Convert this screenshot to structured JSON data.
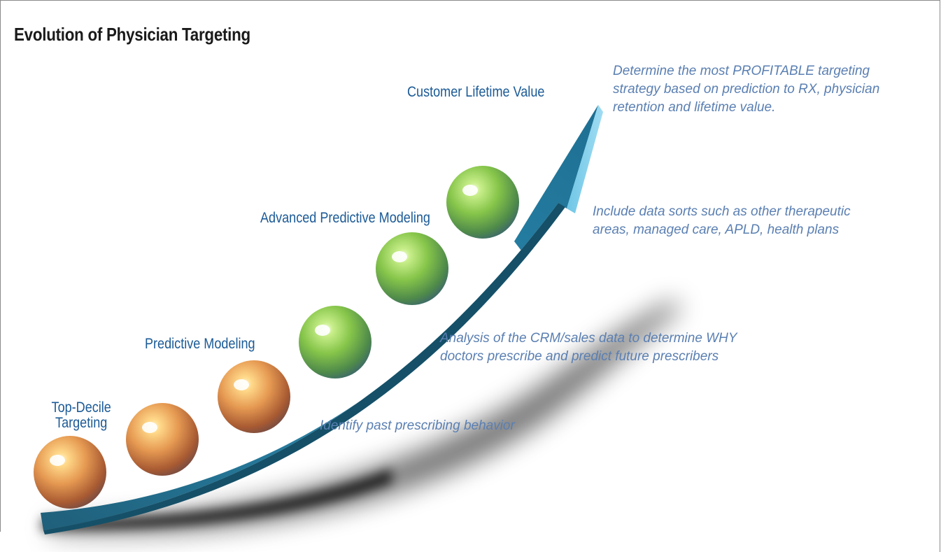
{
  "title": "Evolution of Physician Targeting",
  "stages": [
    {
      "label": "Customer Lifetime Value"
    },
    {
      "label": "Advanced Predictive Modeling"
    },
    {
      "label": "Predictive Modeling"
    },
    {
      "label_line1": "Top-Decile",
      "label_line2": "Targeting"
    }
  ],
  "descriptions": [
    {
      "lines": [
        "Determine the most PROFITABLE targeting",
        "strategy based on prediction to RX, physician",
        "retention and lifetime value."
      ]
    },
    {
      "lines": [
        "Include data sorts such as other therapeutic",
        "areas, managed care, APLD, health plans"
      ]
    },
    {
      "lines": [
        "Analysis of the CRM/sales data to determine WHY",
        "doctors prescribe and predict future prescribers"
      ]
    },
    {
      "lines": [
        "Identify past prescribing behavior"
      ]
    }
  ],
  "colors": {
    "title": "#1a1a1a",
    "stage_label": "#1b5a96",
    "description": "#5a7fb2",
    "arrow": "#1f7ea0",
    "sphere_orange": "#d9793a",
    "sphere_green": "#7fbf3d"
  }
}
